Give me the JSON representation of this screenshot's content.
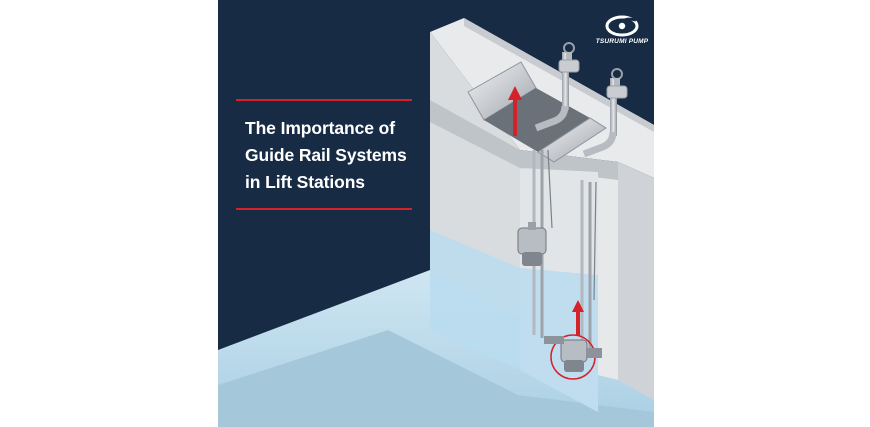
{
  "image": {
    "headline": {
      "lines": [
        "The Importance of",
        "Guide Rail Systems",
        "in Lift Stations"
      ]
    },
    "brand": {
      "name": "TSURUMI PUMP"
    }
  },
  "colors": {
    "background_navy": "#172b44",
    "accent_red": "#d3222a",
    "headline_text": "#ffffff",
    "concrete_light": "#e3e5e8",
    "concrete_mid": "#c9ccd1",
    "water_light": "#b9dcee",
    "water_deep": "#6c8fab"
  },
  "icons": [
    "tsurumi-pump-logo-icon",
    "up-arrow-icon",
    "gate-valve-icon",
    "submersible-pump-icon"
  ]
}
